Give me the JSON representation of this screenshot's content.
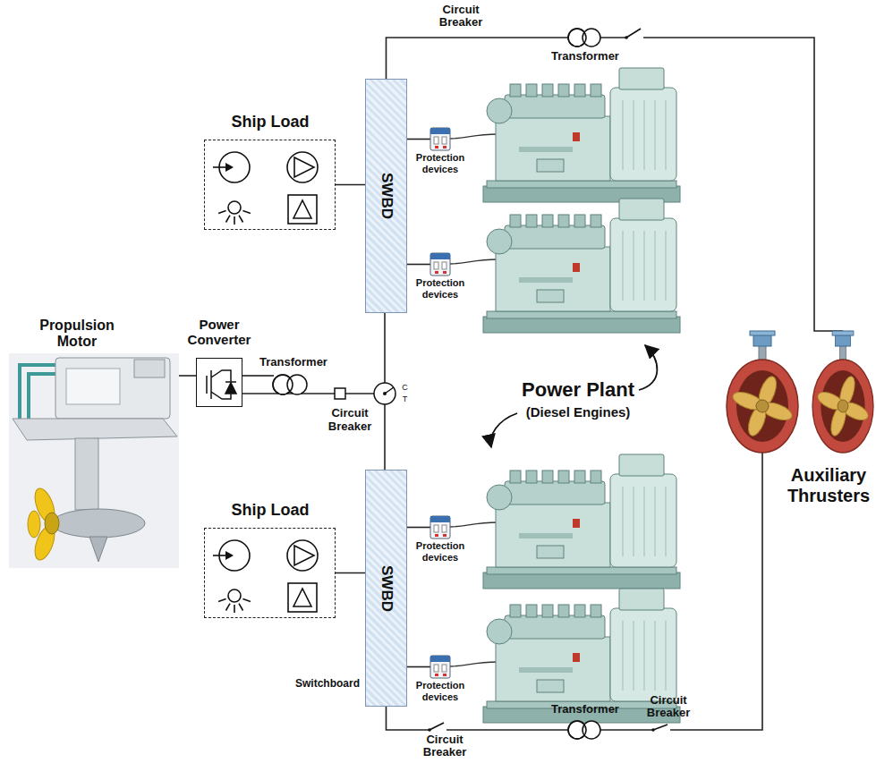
{
  "diagram": {
    "nodes": [
      {
        "text": [
          "Ship Load"
        ]
      },
      {
        "text": [
          "SWBD"
        ]
      },
      {
        "text": [
          "Protection devices"
        ]
      },
      {
        "text": [
          "Protection devices"
        ]
      },
      {
        "text": [
          "Propulsion Motor"
        ]
      },
      {
        "text": [
          "Power Converter"
        ]
      },
      {
        "text": [
          "C",
          "T"
        ]
      },
      {
        "text": [
          "Ship Load"
        ]
      },
      {
        "text": [
          "SWBD"
        ]
      },
      {
        "text": [
          "Protection devices"
        ]
      },
      {
        "text": [
          "Protection devices"
        ]
      },
      {
        "text": [
          "Auxiliary Thrusters"
        ]
      }
    ],
    "edges": [
      {
        "from": 0,
        "to": 1,
        "arrow": "none"
      },
      {
        "from": 1,
        "to": 2,
        "arrow": "none"
      },
      {
        "from": 1,
        "to": 3,
        "arrow": "none"
      },
      {
        "from": 4,
        "to": 5,
        "arrow": "none"
      },
      {
        "from": 5,
        "to": 6,
        "arrow": "none"
      },
      {
        "from": 1,
        "to": 6,
        "arrow": "none"
      },
      {
        "from": 6,
        "to": 8,
        "arrow": "none"
      },
      {
        "from": 7,
        "to": 8,
        "arrow": "none"
      },
      {
        "from": 8,
        "to": 9,
        "arrow": "none"
      },
      {
        "from": 8,
        "to": 10,
        "arrow": "none"
      },
      {
        "from": 1,
        "to": 11,
        "arrow": "none"
      },
      {
        "from": 8,
        "to": 11,
        "arrow": "none"
      }
    ],
    "labels": [
      "Circuit Breaker",
      "Transformer",
      "Transformer",
      "Circuit Breaker",
      "Power Plant",
      "(Diesel Engines)",
      "Switchboard",
      "Transformer",
      "Circuit Breaker",
      "Circuit Breaker"
    ]
  }
}
